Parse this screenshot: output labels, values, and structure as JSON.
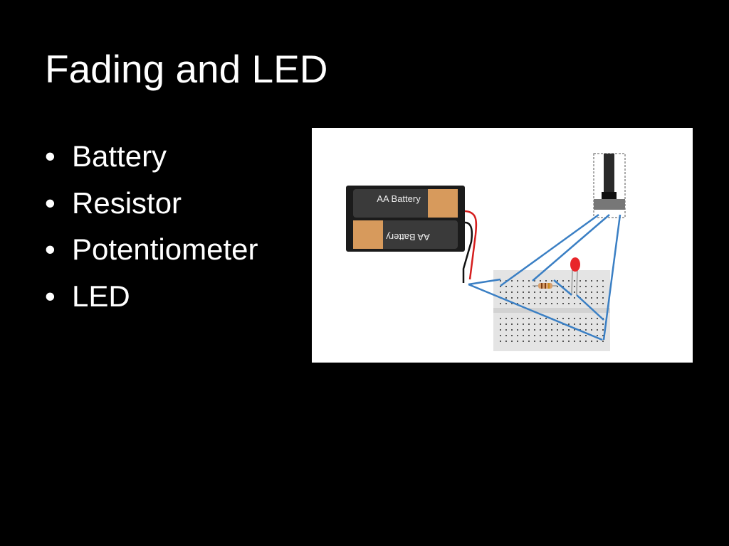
{
  "slide": {
    "title": "Fading and LED",
    "bullets": [
      "Battery",
      "Resistor",
      "Potentiometer",
      "LED"
    ],
    "bullet_glyph": "•"
  },
  "figure": {
    "battery_top_label": "AA Battery",
    "battery_bottom_label": "AA Battery",
    "colors": {
      "wire": "#3a7fc4",
      "led": "#e8262a",
      "battery_cap": "#d79a5c",
      "breadboard": "#e4e4e4",
      "pin_highlight": "#5fd06a"
    }
  }
}
